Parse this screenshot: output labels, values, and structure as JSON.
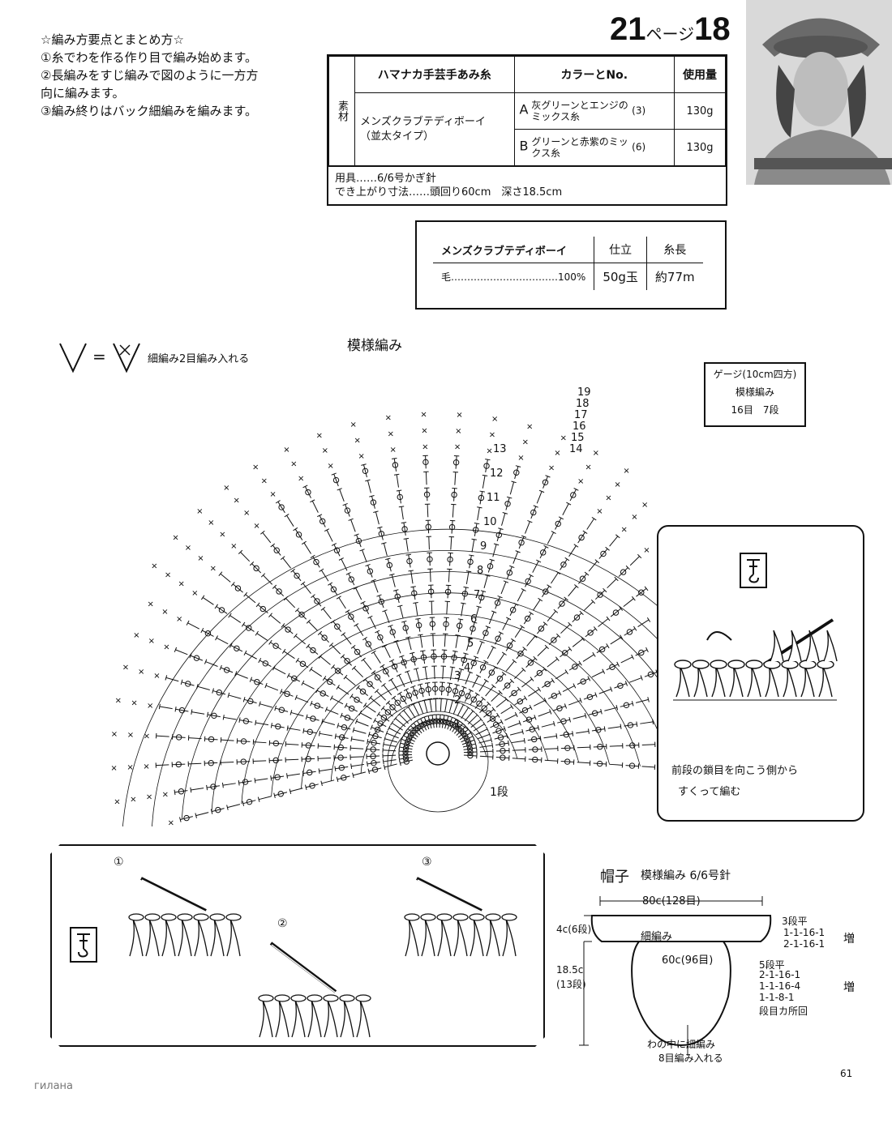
{
  "header": {
    "ref_num": "21",
    "ref_unit": "ページ",
    "item_num": "18"
  },
  "instructions": {
    "title": "☆編み方要点とまとめ方☆",
    "steps": [
      "①糸でわを作る作り目で編み始めます。",
      "②長編みをすじ編みで図のように一方方",
      "向に編みます。",
      "③編み終りはバック細編みを編みます。"
    ]
  },
  "materials": {
    "side_label": "素材",
    "headers": [
      "ハマナカ手芸手あみ糸",
      "カラーとNo.",
      "使用量"
    ],
    "yarn_name": "メンズクラブテディボーイ",
    "yarn_type": "（並太タイプ）",
    "rows": [
      {
        "letter": "A",
        "color": "灰グリーンとエンジのミックス糸",
        "no": "(3)",
        "amount": "130g"
      },
      {
        "letter": "B",
        "color": "グリーンと赤紫のミックス糸",
        "no": "(6)",
        "amount": "130g"
      }
    ],
    "tools": "用具……6/6号かぎ針",
    "finished": "でき上がり寸法……頭回り60cm　深さ18.5cm"
  },
  "yarn_spec": {
    "headers": [
      "メンズクラブテディボーイ",
      "仕立",
      "糸長"
    ],
    "fiber": "毛……………………………100%",
    "put_up": "50g玉",
    "length": "約77m"
  },
  "legend": {
    "eq": "=",
    "text": "細編み2目編み入れる"
  },
  "chart": {
    "title": "模様編み",
    "row_labels": [
      "19",
      "18",
      "17",
      "16",
      "15",
      "14",
      "13",
      "12",
      "11",
      "10",
      "9",
      "8",
      "7",
      "6",
      "5",
      "4",
      "3",
      "2",
      "1"
    ],
    "row1_label": "1段"
  },
  "gauge": {
    "line1": "ゲージ(10cm四方)",
    "line2": "模様編み",
    "line3": "16目　7段"
  },
  "box_front": {
    "caption1": "前段の鎖目を向こう側から",
    "caption2": "すくって編む"
  },
  "box_back": {
    "steps": [
      "①",
      "②",
      "③"
    ]
  },
  "hat": {
    "title": "帽子",
    "subtitle": "模様編み 6/6号針",
    "top_width": "80c(128目)",
    "band": "細編み",
    "mid_width": "60c(96目)",
    "band_height": "4c(6段)",
    "height_a": "18.5c",
    "height_b": "(13段)",
    "inc1_title": "3段平",
    "inc1_a": "1-1-16-1",
    "inc1_b": "2-1-16-1",
    "inc_word": "増",
    "inc2_title": "5段平",
    "inc2_a": "2-1-16-1",
    "inc2_b": "1-1-16-4",
    "inc2_c": "1-1-8-1",
    "inc2_note": "段目カ所回",
    "center1": "わの中に細編み",
    "center2": "8目編み入れる"
  },
  "footer": {
    "page": "61",
    "watermark": "гилана"
  }
}
